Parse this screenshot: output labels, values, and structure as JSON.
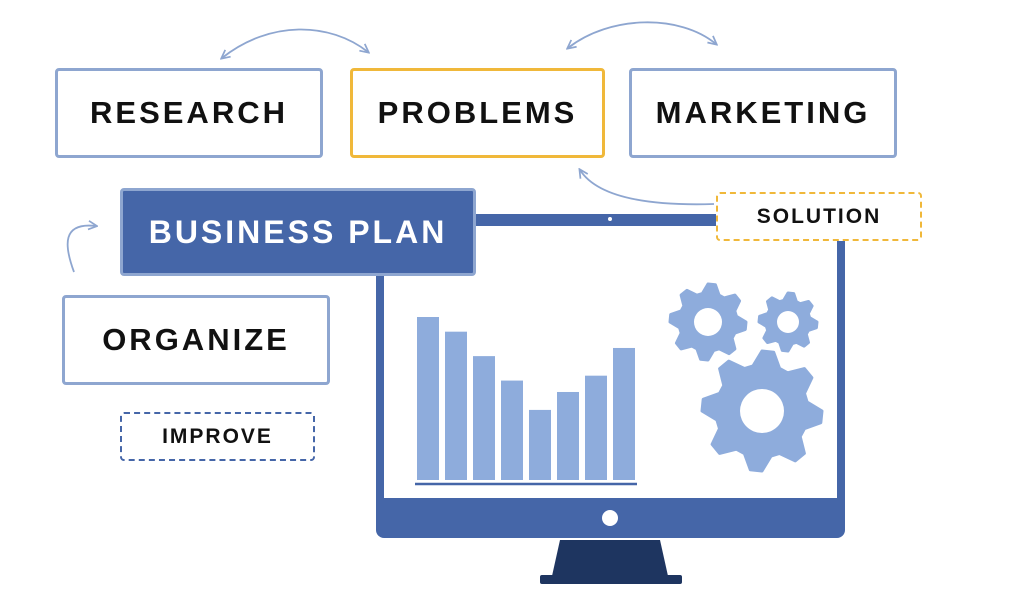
{
  "diagram": {
    "nodes": {
      "research": "RESEARCH",
      "problems": "PROBLEMS",
      "marketing": "MARKETING",
      "business_plan": "BUSINESS PLAN",
      "organize": "ORGANIZE",
      "solution": "SOLUTION",
      "improve": "IMPROVE"
    },
    "colors": {
      "box_border": "#8ea6d0",
      "highlight_border": "#f0b83a",
      "primary": "#4566a8",
      "accent_light": "#8eacdc",
      "monitor_stand": "#1e3560",
      "arrow": "#8ea6d0"
    },
    "icons": [
      "gear-icon",
      "bar-chart-icon",
      "monitor-icon",
      "curved-arrow-icon"
    ]
  },
  "chart_data": {
    "type": "bar",
    "categories": [],
    "values": [
      10,
      9.1,
      7.6,
      6.1,
      4.3,
      5.4,
      6.4,
      8.1
    ],
    "ylim": [
      0,
      10
    ],
    "grid": false,
    "xlabel": "",
    "ylabel": ""
  }
}
